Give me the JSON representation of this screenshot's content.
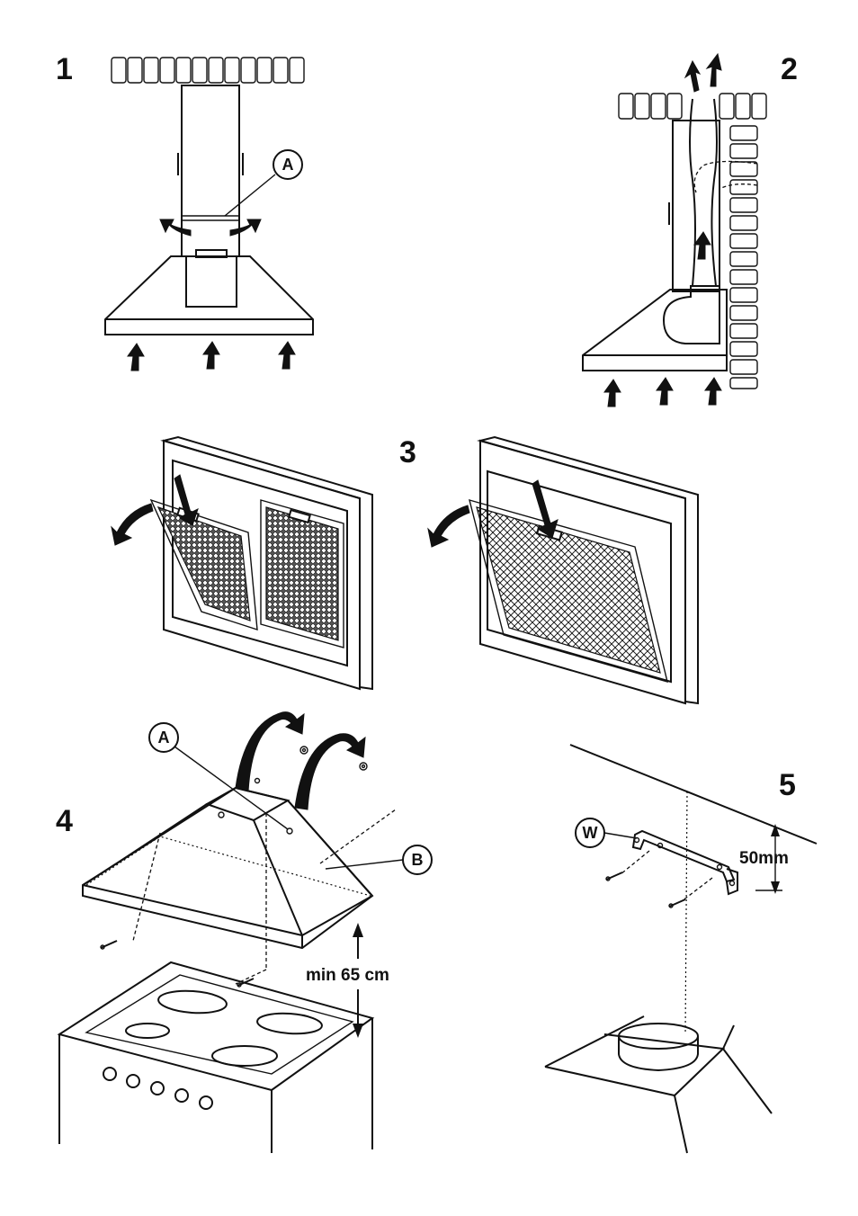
{
  "figures": [
    {
      "number": "1"
    },
    {
      "number": "2"
    },
    {
      "number": "3"
    },
    {
      "number": "4"
    },
    {
      "number": "5"
    }
  ],
  "callouts": {
    "fig1_a": "A",
    "fig4_a": "A",
    "fig4_b": "B",
    "fig5_w": "W"
  },
  "dimensions": {
    "min_height": "min 65 cm",
    "bracket_offset": "50mm"
  }
}
